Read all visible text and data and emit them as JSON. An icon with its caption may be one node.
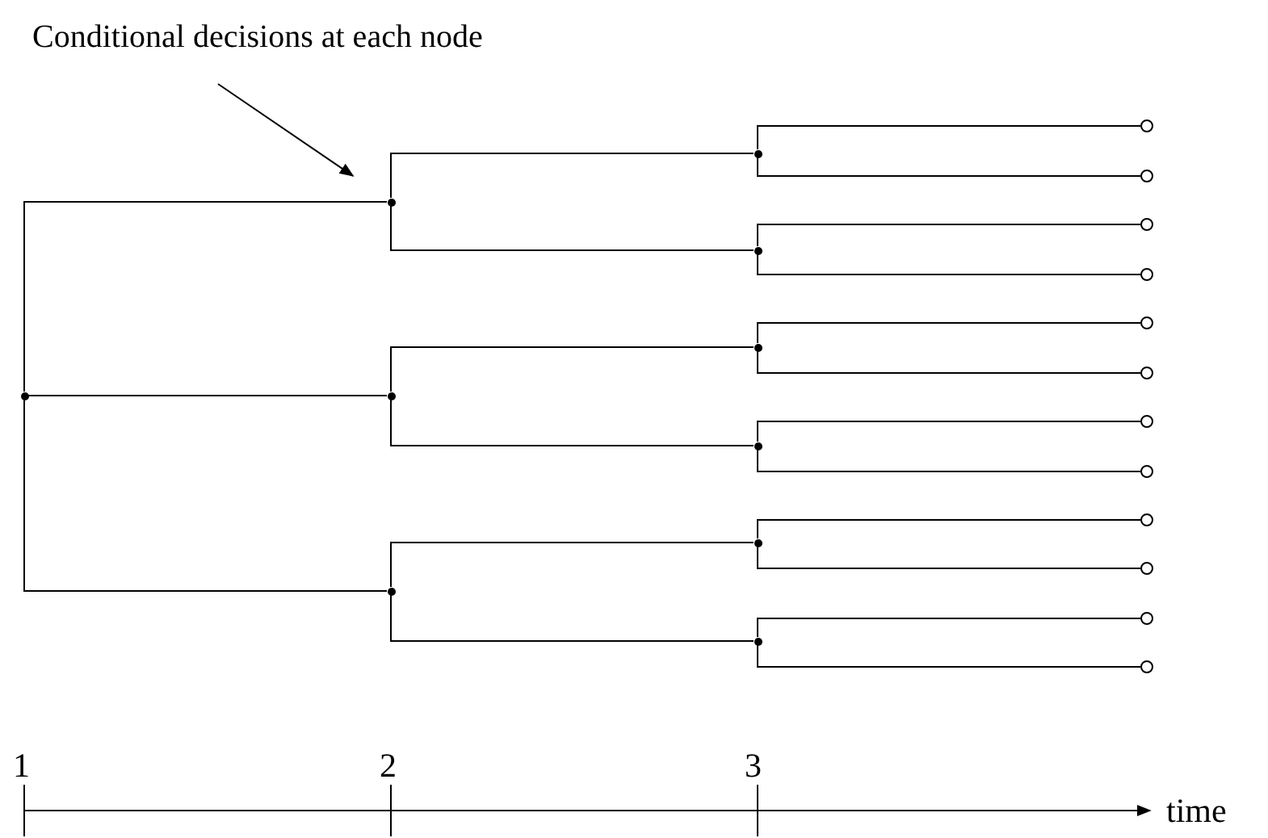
{
  "diagram": {
    "nodes": [
      {
        "text": [],
        "shape": "dot"
      },
      {
        "text": [],
        "shape": "dot"
      },
      {
        "text": [],
        "shape": "dot"
      },
      {
        "text": [],
        "shape": "dot"
      },
      {
        "text": [],
        "shape": "dot"
      },
      {
        "text": [],
        "shape": "dot"
      },
      {
        "text": [],
        "shape": "dot"
      },
      {
        "text": [],
        "shape": "dot"
      },
      {
        "text": [],
        "shape": "dot"
      },
      {
        "text": [],
        "shape": "dot"
      },
      {
        "text": [],
        "shape": "circle"
      },
      {
        "text": [],
        "shape": "circle"
      },
      {
        "text": [],
        "shape": "circle"
      },
      {
        "text": [],
        "shape": "circle"
      },
      {
        "text": [],
        "shape": "circle"
      },
      {
        "text": [],
        "shape": "circle"
      },
      {
        "text": [],
        "shape": "circle"
      },
      {
        "text": [],
        "shape": "circle"
      },
      {
        "text": [],
        "shape": "circle"
      },
      {
        "text": [],
        "shape": "circle"
      },
      {
        "text": [],
        "shape": "circle"
      },
      {
        "text": [],
        "shape": "circle"
      },
      {
        "text": [
          "Conditional decisions at each node"
        ]
      }
    ],
    "edges": [
      {
        "from": 0,
        "to": 1,
        "arrow": "none"
      },
      {
        "from": 0,
        "to": 2,
        "arrow": "none"
      },
      {
        "from": 0,
        "to": 3,
        "arrow": "none"
      },
      {
        "from": 1,
        "to": 4,
        "arrow": "none"
      },
      {
        "from": 1,
        "to": 5,
        "arrow": "none"
      },
      {
        "from": 2,
        "to": 6,
        "arrow": "none"
      },
      {
        "from": 2,
        "to": 7,
        "arrow": "none"
      },
      {
        "from": 3,
        "to": 8,
        "arrow": "none"
      },
      {
        "from": 3,
        "to": 9,
        "arrow": "none"
      },
      {
        "from": 4,
        "to": 10,
        "arrow": "none"
      },
      {
        "from": 4,
        "to": 11,
        "arrow": "none"
      },
      {
        "from": 5,
        "to": 12,
        "arrow": "none"
      },
      {
        "from": 5,
        "to": 13,
        "arrow": "none"
      },
      {
        "from": 6,
        "to": 14,
        "arrow": "none"
      },
      {
        "from": 6,
        "to": 15,
        "arrow": "none"
      },
      {
        "from": 7,
        "to": 16,
        "arrow": "none"
      },
      {
        "from": 7,
        "to": 17,
        "arrow": "none"
      },
      {
        "from": 8,
        "to": 18,
        "arrow": "none"
      },
      {
        "from": 8,
        "to": 19,
        "arrow": "none"
      },
      {
        "from": 9,
        "to": 20,
        "arrow": "none"
      },
      {
        "from": 9,
        "to": 21,
        "arrow": "none"
      },
      {
        "from": 22,
        "to": 1,
        "arrow": "to"
      }
    ],
    "labels": [
      "1",
      "2",
      "3",
      "time"
    ]
  }
}
